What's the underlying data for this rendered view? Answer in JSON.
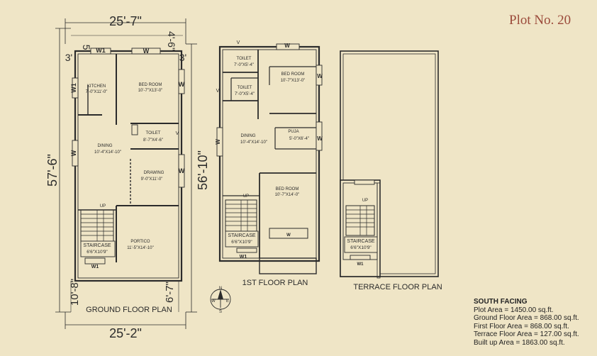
{
  "title": "Plot No. 20",
  "info": {
    "heading": "SOUTH FACING",
    "lines": [
      "Plot Area = 1450.00 sq.ft.",
      "Ground Floor Area = 868.00 sq.ft.",
      "First Floor Area = 868.00 sq.ft.",
      "Terrace Floor Area = 127.00 sq.ft.",
      "Built up Area = 1863.00 sq.ft."
    ]
  },
  "dims": {
    "top_width": "25'-7\"",
    "bottom_width": "25'-2\"",
    "left_depth": "57'-6\"",
    "right_depth": "56'-10\"",
    "top_left_small_a": "3'",
    "top_left_small_b": "5'",
    "top_right_small_a": "4'-6\"",
    "top_right_small_b": "3'",
    "bottom_left": "10'-8\"",
    "bottom_right": "6'-7\""
  },
  "ground": {
    "caption": "GROUND FLOOR PLAN",
    "kitchen": "KITCHEN",
    "kitchen_size": "7'-0\"X11'-0\"",
    "bed": "BED ROOM",
    "bed_size": "10'-7\"X13'-0\"",
    "toilet": "TOILET",
    "toilet_size": "8'-7\"X4'-6\"",
    "dining": "DINING",
    "dining_size": "10'-4\"X14'-10\"",
    "drawing": "DRAWING",
    "drawing_size": "9'-0\"X11'-0\"",
    "portico": "PORTICO",
    "portico_size": "11'-5\"X14'-10\"",
    "staircase": "STAIRCASE",
    "staircase_size": "6'6\"X10'9\"",
    "up": "UP",
    "w1_top": "W1",
    "w_top": "W",
    "w1_left": "W1",
    "w_left": "W",
    "w_right1": "W",
    "w_right2": "W",
    "v": "V",
    "w1_bottom": "W1"
  },
  "first": {
    "caption": "1ST FLOOR PLAN",
    "toilet1": "TOILET",
    "toilet1_size": "7'-0\"X5'-4\"",
    "toilet2": "TOILET",
    "toilet2_size": "7'-0\"X5'-4\"",
    "bed1": "BED ROOM",
    "bed1_size": "10'-7\"X13'-0\"",
    "dining": "DINING",
    "dining_size": "10'-4\"X14'-10\"",
    "puja": "PUJA",
    "puja_size": "5'-0\"X6'-4\"",
    "bed2": "BED ROOM",
    "bed2_size": "10'-7\"X14'-0\"",
    "staircase": "STAIRCASE",
    "staircase_size": "6'6\"X10'9\"",
    "up": "UP",
    "w_top": "W",
    "v1": "V",
    "v2": "V",
    "w_left": "W",
    "w_right1": "W",
    "w_right2": "W",
    "w_bottom": "W",
    "w1_bottom": "W1"
  },
  "terrace": {
    "caption": "TERRACE FLOOR PLAN",
    "staircase": "STAIRCASE",
    "staircase_size": "6'6\"X10'9\"",
    "up": "UP",
    "w1": "W1"
  },
  "compass": {
    "n": "N",
    "s": "S",
    "e": "E",
    "w": "W"
  }
}
